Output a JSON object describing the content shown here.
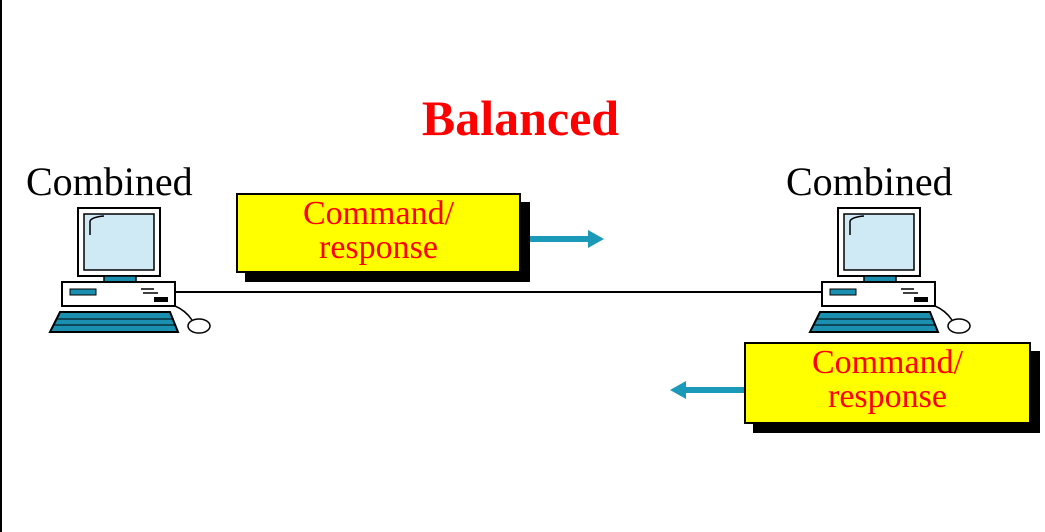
{
  "title": "Balanced",
  "stations": {
    "left": {
      "label": "Combined"
    },
    "right": {
      "label": "Combined"
    }
  },
  "frames": {
    "outbound": {
      "line1": "Command/",
      "line2": "response",
      "direction": "right"
    },
    "inbound": {
      "line1": "Command/",
      "line2": "response",
      "direction": "left"
    }
  },
  "colors": {
    "title": "#ff0000",
    "frame_fill": "#ffff00",
    "frame_text": "#ff0000",
    "arrow": "#1a9ab8",
    "monitor_screen": "#cfe9f5",
    "computer_accent": "#1a8fb0"
  },
  "icons": {
    "station": "desktop-computer-icon",
    "arrow_out": "arrow-right-icon",
    "arrow_in": "arrow-left-icon"
  }
}
